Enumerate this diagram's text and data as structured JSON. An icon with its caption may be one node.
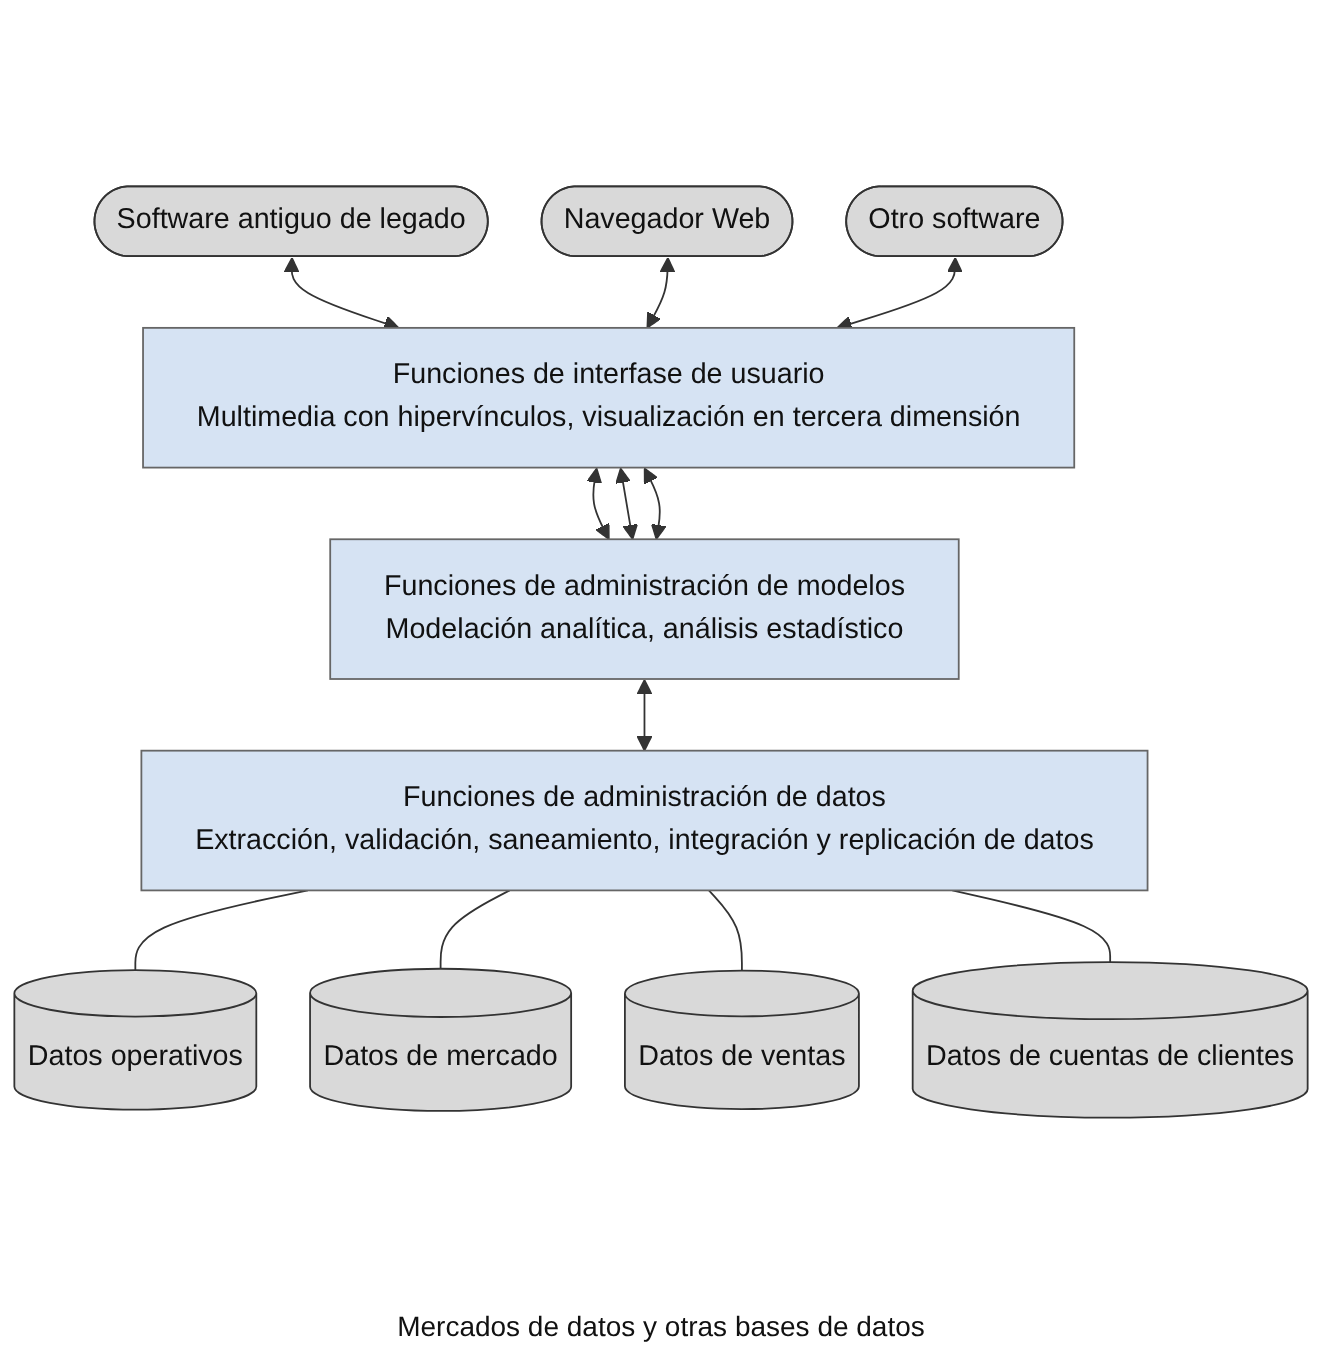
{
  "diagram": {
    "caption": "Mercados de datos y otras bases de datos",
    "nodes": [
      {
        "text": [
          "Software antiguo de legado"
        ]
      },
      {
        "text": [
          "Navegador Web"
        ]
      },
      {
        "text": [
          "Otro software"
        ]
      },
      {
        "text": [
          "Funciones de interfase de usuario",
          "Multimedia con hipervínculos, visualización en tercera dimensión"
        ]
      },
      {
        "text": [
          "Funciones de administración de modelos",
          "Modelación analítica, análisis estadístico"
        ]
      },
      {
        "text": [
          "Funciones de administración de datos",
          "Extracción, validación, saneamiento, integración y replicación de datos"
        ]
      },
      {
        "text": [
          "Datos operativos"
        ]
      },
      {
        "text": [
          "Datos de mercado"
        ]
      },
      {
        "text": [
          "Datos de ventas"
        ]
      },
      {
        "text": [
          "Datos de cuentas de clientes"
        ]
      }
    ],
    "edges": [
      {
        "from": 0,
        "to": 3,
        "arrow": "both"
      },
      {
        "from": 1,
        "to": 3,
        "arrow": "both"
      },
      {
        "from": 2,
        "to": 3,
        "arrow": "both"
      },
      {
        "from": 3,
        "to": 4,
        "arrow": "both"
      },
      {
        "from": 3,
        "to": 4,
        "arrow": "both"
      },
      {
        "from": 3,
        "to": 4,
        "arrow": "both"
      },
      {
        "from": 4,
        "to": 5,
        "arrow": "both"
      },
      {
        "from": 5,
        "to": 6,
        "arrow": "none"
      },
      {
        "from": 5,
        "to": 7,
        "arrow": "none"
      },
      {
        "from": 5,
        "to": 8,
        "arrow": "none"
      },
      {
        "from": 5,
        "to": 9,
        "arrow": "none"
      }
    ]
  }
}
